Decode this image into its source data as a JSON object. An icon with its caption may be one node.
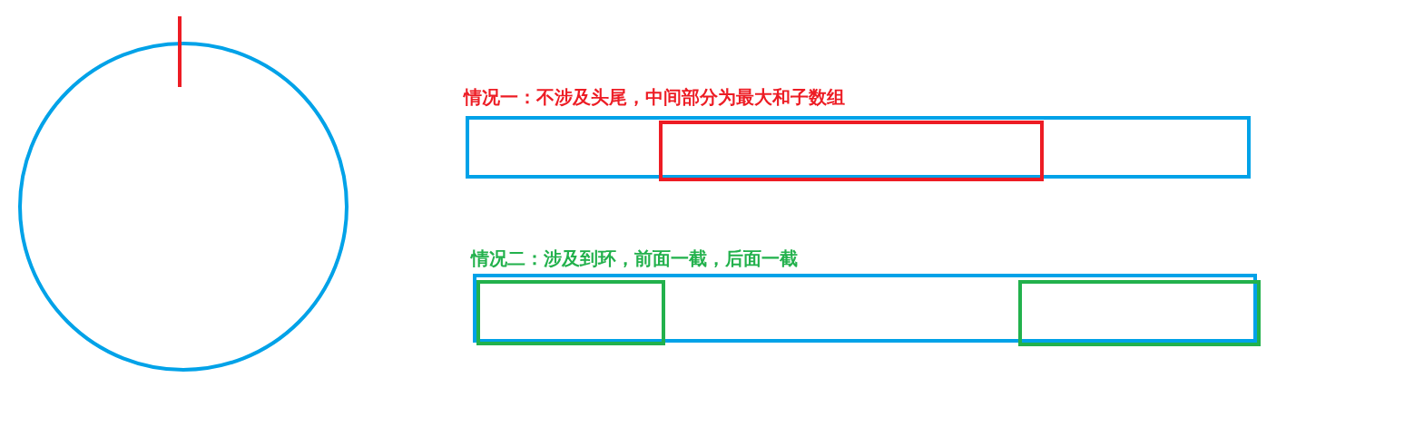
{
  "diagram": {
    "nodes": [
      {
        "text": [],
        "shape": "circle"
      },
      {
        "text": [
          "情况一：不涉及头尾，中间部分为最大和子数组"
        ]
      },
      {
        "text": [],
        "shape": "box",
        "in": 1
      },
      {
        "text": [
          "情况二：涉及到环，前面一截，后面一截"
        ]
      },
      {
        "text": [],
        "shape": "box",
        "in": 3
      },
      {
        "text": [],
        "shape": "box",
        "in": 3
      }
    ],
    "edges": []
  }
}
